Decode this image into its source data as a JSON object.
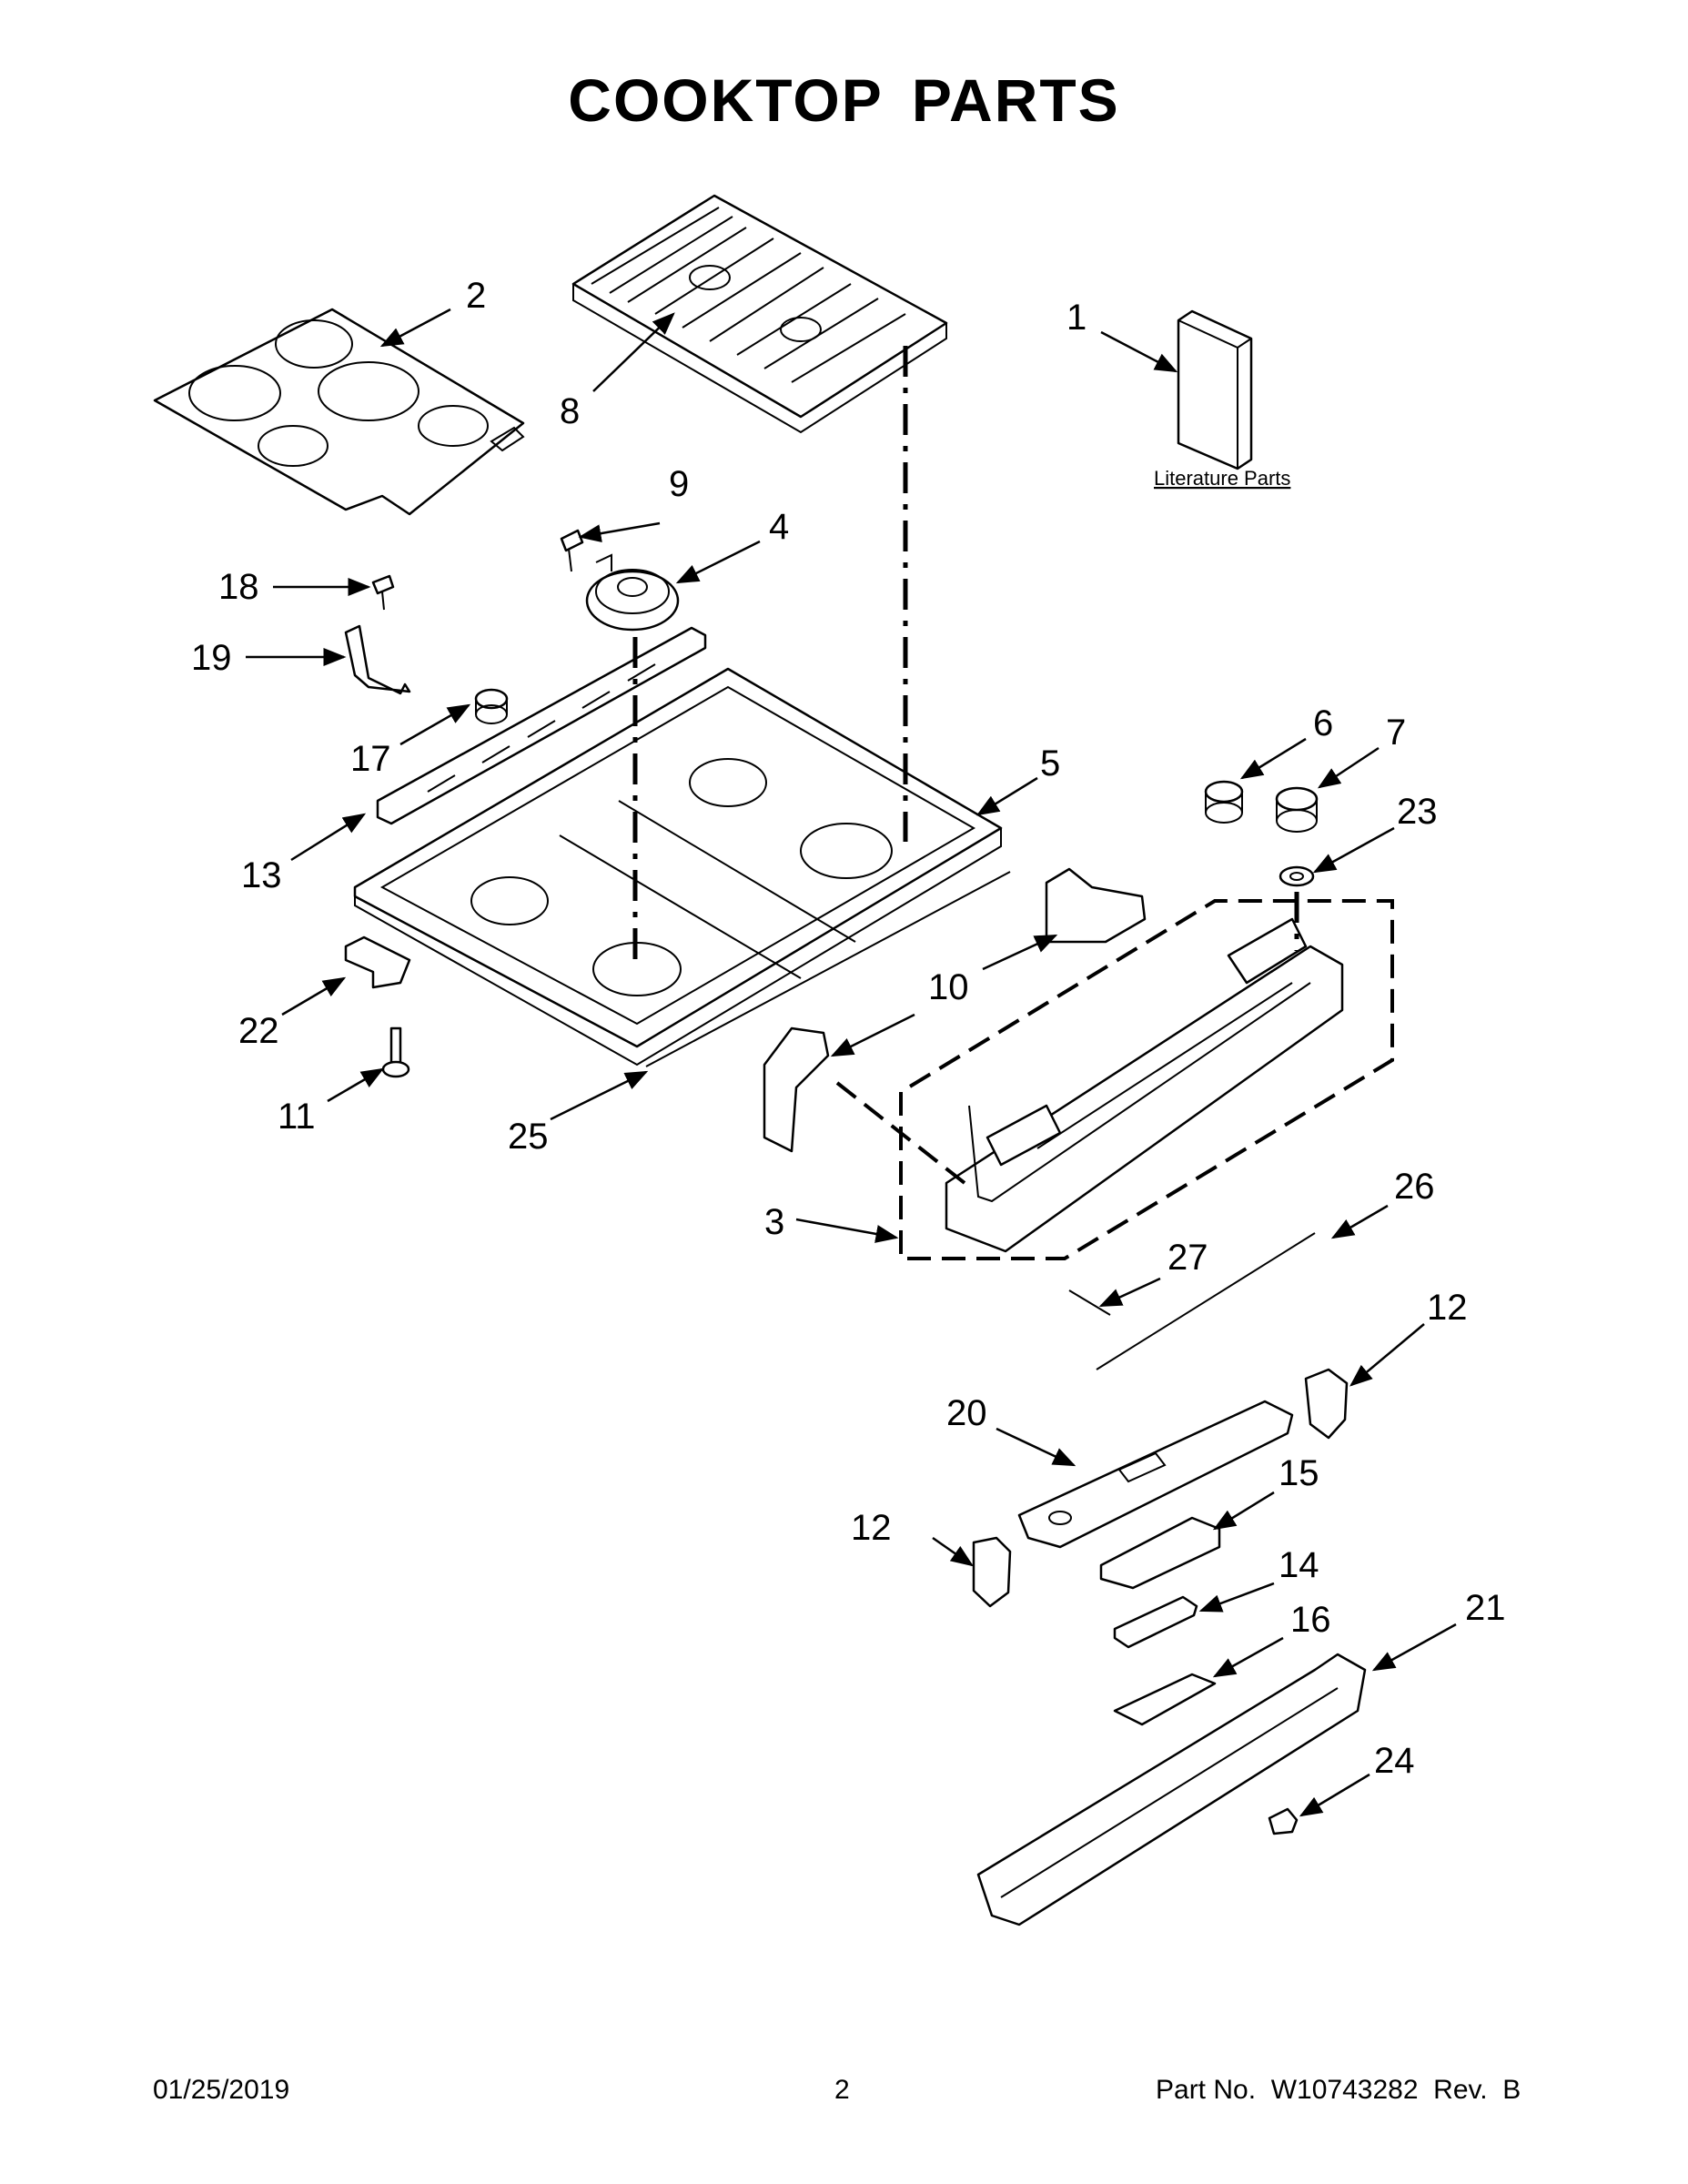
{
  "title": "COOKTOP PARTS",
  "literature_label": "Literature Parts",
  "callouts": {
    "p1": "1",
    "p2": "2",
    "p3": "3",
    "p4": "4",
    "p5": "5",
    "p6": "6",
    "p7": "7",
    "p8": "8",
    "p9": "9",
    "p10a": "10",
    "p10b": "10",
    "p11": "11",
    "p12a": "12",
    "p12b": "12",
    "p13": "13",
    "p14": "14",
    "p15": "15",
    "p16": "16",
    "p17": "17",
    "p18": "18",
    "p19": "19",
    "p20": "20",
    "p21": "21",
    "p22": "22",
    "p23": "23",
    "p24": "24",
    "p25": "25",
    "p26": "26",
    "p27": "27"
  },
  "footer": {
    "date": "01/25/2019",
    "page": "2",
    "part_no": "Part No.  W10743282  Rev.  B"
  }
}
